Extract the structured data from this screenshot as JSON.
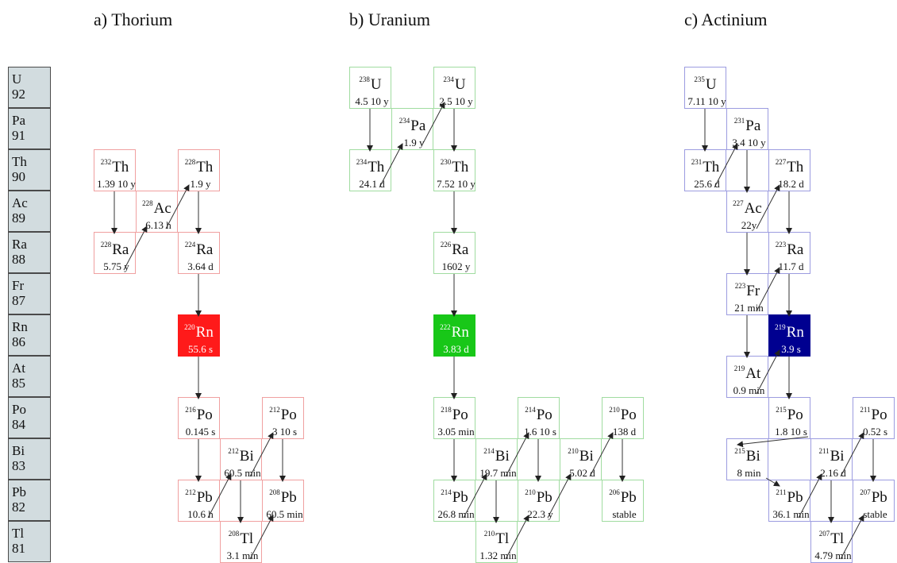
{
  "titles": {
    "thorium": "a) Thorium",
    "uranium": "b) Uranium",
    "actinium": "c) Actinium"
  },
  "elements": [
    {
      "symbol": "U",
      "z": "92"
    },
    {
      "symbol": "Pa",
      "z": "91"
    },
    {
      "symbol": "Th",
      "z": "90"
    },
    {
      "symbol": "Ac",
      "z": "89"
    },
    {
      "symbol": "Ra",
      "z": "88"
    },
    {
      "symbol": "Fr",
      "z": "87"
    },
    {
      "symbol": "Rn",
      "z": "86"
    },
    {
      "symbol": "At",
      "z": "85"
    },
    {
      "symbol": "Po",
      "z": "84"
    },
    {
      "symbol": "Bi",
      "z": "83"
    },
    {
      "symbol": "Pb",
      "z": "82"
    },
    {
      "symbol": "Tl",
      "z": "81"
    }
  ],
  "colors": {
    "thorium_border": "#f0a0a0",
    "uranium_border": "#a0dca0",
    "actinium_border": "#9c9ce0",
    "radon_thorium": "#ff1a1a",
    "radon_uranium": "#18c718",
    "radon_actinium": "#000090",
    "label_fill": "#d2dcdf"
  },
  "chains": {
    "thorium": [
      {
        "mass": "232",
        "symbol": "Th",
        "half_life": "1.39 10 y"
      },
      {
        "mass": "228",
        "symbol": "Th",
        "half_life": "1.9 y"
      },
      {
        "mass": "228",
        "symbol": "Ac",
        "half_life": "6.13 h"
      },
      {
        "mass": "228",
        "symbol": "Ra",
        "half_life": "5.75 y"
      },
      {
        "mass": "224",
        "symbol": "Ra",
        "half_life": "3.64 d"
      },
      {
        "mass": "220",
        "symbol": "Rn",
        "half_life": "55.6 s"
      },
      {
        "mass": "216",
        "symbol": "Po",
        "half_life": "0.145 s"
      },
      {
        "mass": "212",
        "symbol": "Po",
        "half_life": "3 10 s"
      },
      {
        "mass": "212",
        "symbol": "Bi",
        "half_life": "60.5 min"
      },
      {
        "mass": "212",
        "symbol": "Pb",
        "half_life": "10.6 h"
      },
      {
        "mass": "208",
        "symbol": "Pb",
        "half_life": "60.5 min"
      },
      {
        "mass": "208",
        "symbol": "Tl",
        "half_life": "3.1 min"
      }
    ],
    "uranium": [
      {
        "mass": "238",
        "symbol": "U",
        "half_life": "4.5 10 y"
      },
      {
        "mass": "234",
        "symbol": "U",
        "half_life": "2.5 10 y"
      },
      {
        "mass": "234",
        "symbol": "Pa",
        "half_life": "1.9 y"
      },
      {
        "mass": "234",
        "symbol": "Th",
        "half_life": "24.1 d"
      },
      {
        "mass": "230",
        "symbol": "Th",
        "half_life": "7.52 10 y"
      },
      {
        "mass": "226",
        "symbol": "Ra",
        "half_life": "1602 y"
      },
      {
        "mass": "222",
        "symbol": "Rn",
        "half_life": "3.83 d"
      },
      {
        "mass": "218",
        "symbol": "Po",
        "half_life": "3.05 min"
      },
      {
        "mass": "214",
        "symbol": "Po",
        "half_life": "1.6 10 s"
      },
      {
        "mass": "210",
        "symbol": "Po",
        "half_life": "138 d"
      },
      {
        "mass": "214",
        "symbol": "Bi",
        "half_life": "19.7 min"
      },
      {
        "mass": "210",
        "symbol": "Bi",
        "half_life": "5.02 d"
      },
      {
        "mass": "214",
        "symbol": "Pb",
        "half_life": "26.8 min"
      },
      {
        "mass": "210",
        "symbol": "Pb",
        "half_life": "22.3 y"
      },
      {
        "mass": "206",
        "symbol": "Pb",
        "half_life": "stable"
      },
      {
        "mass": "210",
        "symbol": "Tl",
        "half_life": "1.32 min"
      }
    ],
    "actinium": [
      {
        "mass": "235",
        "symbol": "U",
        "half_life": "7.11 10 y"
      },
      {
        "mass": "231",
        "symbol": "Pa",
        "half_life": "3.4 10 y"
      },
      {
        "mass": "231",
        "symbol": "Th",
        "half_life": "25.6 d"
      },
      {
        "mass": "227",
        "symbol": "Th",
        "half_life": "18.2 d"
      },
      {
        "mass": "227",
        "symbol": "Ac",
        "half_life": "22y"
      },
      {
        "mass": "223",
        "symbol": "Ra",
        "half_life": "11.7 d"
      },
      {
        "mass": "223",
        "symbol": "Fr",
        "half_life": "21 min"
      },
      {
        "mass": "219",
        "symbol": "Rn",
        "half_life": "3.9 s"
      },
      {
        "mass": "219",
        "symbol": "At",
        "half_life": "0.9 min"
      },
      {
        "mass": "215",
        "symbol": "Po",
        "half_life": "1.8 10 s"
      },
      {
        "mass": "211",
        "symbol": "Po",
        "half_life": "0.52 s"
      },
      {
        "mass": "215",
        "symbol": "Bi",
        "half_life": "8 min"
      },
      {
        "mass": "211",
        "symbol": "Bi",
        "half_life": "2.16 d"
      },
      {
        "mass": "211",
        "symbol": "Pb",
        "half_life": "36.1 min"
      },
      {
        "mass": "207",
        "symbol": "Pb",
        "half_life": "stable"
      },
      {
        "mass": "207",
        "symbol": "Tl",
        "half_life": "4.79 min"
      }
    ]
  }
}
